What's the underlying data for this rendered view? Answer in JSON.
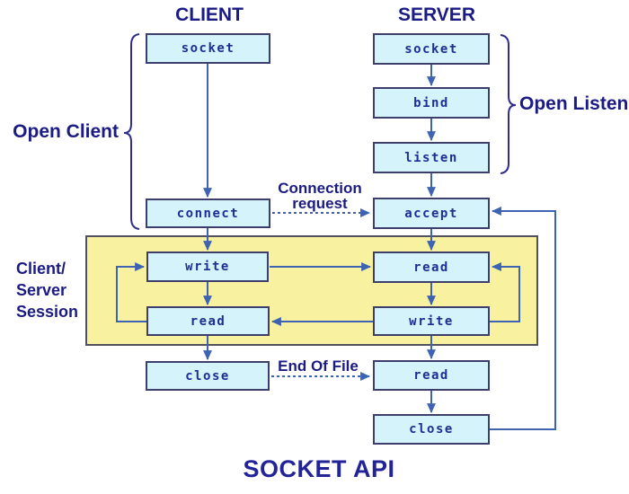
{
  "diagram": {
    "title": "SOCKET API",
    "headers": {
      "client": "CLIENT",
      "server": "SERVER"
    },
    "labels": {
      "open_client": "Open Client",
      "open_listen": "Open Listen",
      "session_line1": "Client/",
      "session_line2": "Server",
      "session_line3": "Session",
      "connection_request_line1": "Connection",
      "connection_request_line2": "request",
      "end_of_file": "End Of File"
    },
    "nodes": {
      "client_socket": "socket",
      "client_connect": "connect",
      "client_write": "write",
      "client_read": "read",
      "client_close": "close",
      "server_socket": "socket",
      "server_bind": "bind",
      "server_listen": "listen",
      "server_accept": "accept",
      "server_read1": "read",
      "server_write": "write",
      "server_read2": "read",
      "server_close": "close"
    },
    "colors": {
      "node_fill": "#d4f3fb",
      "node_border": "#3e3e6d",
      "session_fill": "#f8f2a0",
      "session_border": "#50505f",
      "arrow": "#3d63b2",
      "brace": "#2e2e8a",
      "label_text": "#1b1b86",
      "node_text": "#1f2d96",
      "background": "#ffffff"
    }
  }
}
